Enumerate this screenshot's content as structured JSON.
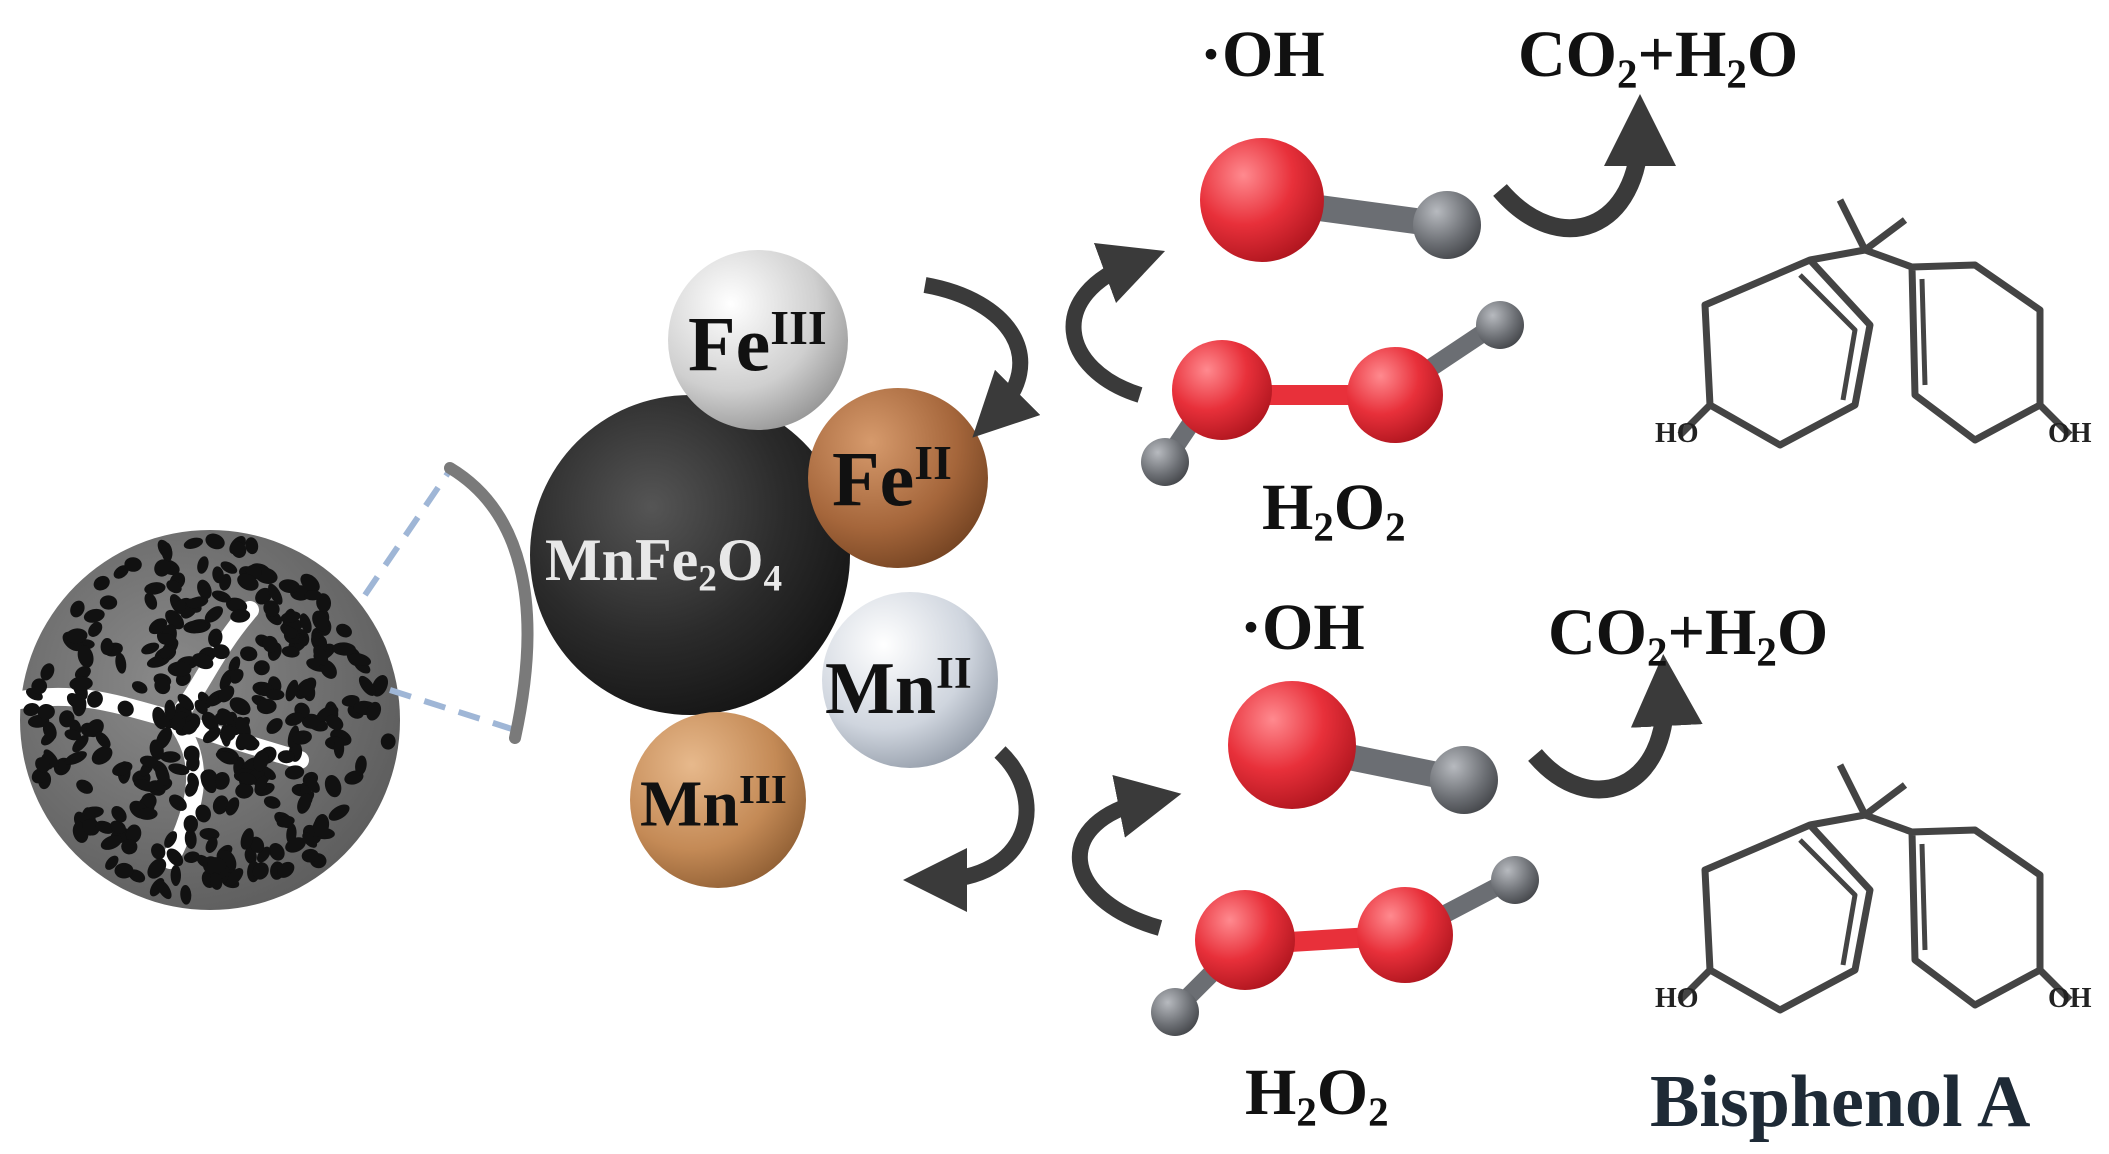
{
  "catalyst": {
    "formula": {
      "base": "MnFe",
      "sub1": "2",
      "mid": "O",
      "sub2": "4"
    },
    "ions": [
      {
        "id": "fe3",
        "element": "Fe",
        "state": "III",
        "color": "#d6d6d6"
      },
      {
        "id": "fe2",
        "element": "Fe",
        "state": "II",
        "color": "#a8673e"
      },
      {
        "id": "mn2",
        "element": "Mn",
        "state": "II",
        "color": "#c9d1dc"
      },
      {
        "id": "mn3",
        "element": "Mn",
        "state": "III",
        "color": "#c98f5c"
      }
    ]
  },
  "reaction_top": {
    "radical": "·OH",
    "peroxide": {
      "h1": "H",
      "s1": "2",
      "o": "O",
      "s2": "2"
    },
    "products": {
      "c": "CO",
      "s1": "2",
      "plus": "+H",
      "s2": "2",
      "o": "O"
    }
  },
  "reaction_bottom": {
    "radical": "·OH",
    "peroxide": {
      "h1": "H",
      "s1": "2",
      "o": "O",
      "s2": "2"
    },
    "products": {
      "c": "CO",
      "s1": "2",
      "plus": "+H",
      "s2": "2",
      "o": "O"
    }
  },
  "molecule": {
    "name": "Bisphenol A",
    "oh_left": "HO",
    "oh_right": "OH"
  },
  "colors": {
    "oxygen": "#e8303a",
    "hydrogen": "#6b6e73",
    "catalyst_core": "#2a2a2a",
    "dashed_line": "#9fb6d6",
    "arrow": "#3a3a3a"
  }
}
